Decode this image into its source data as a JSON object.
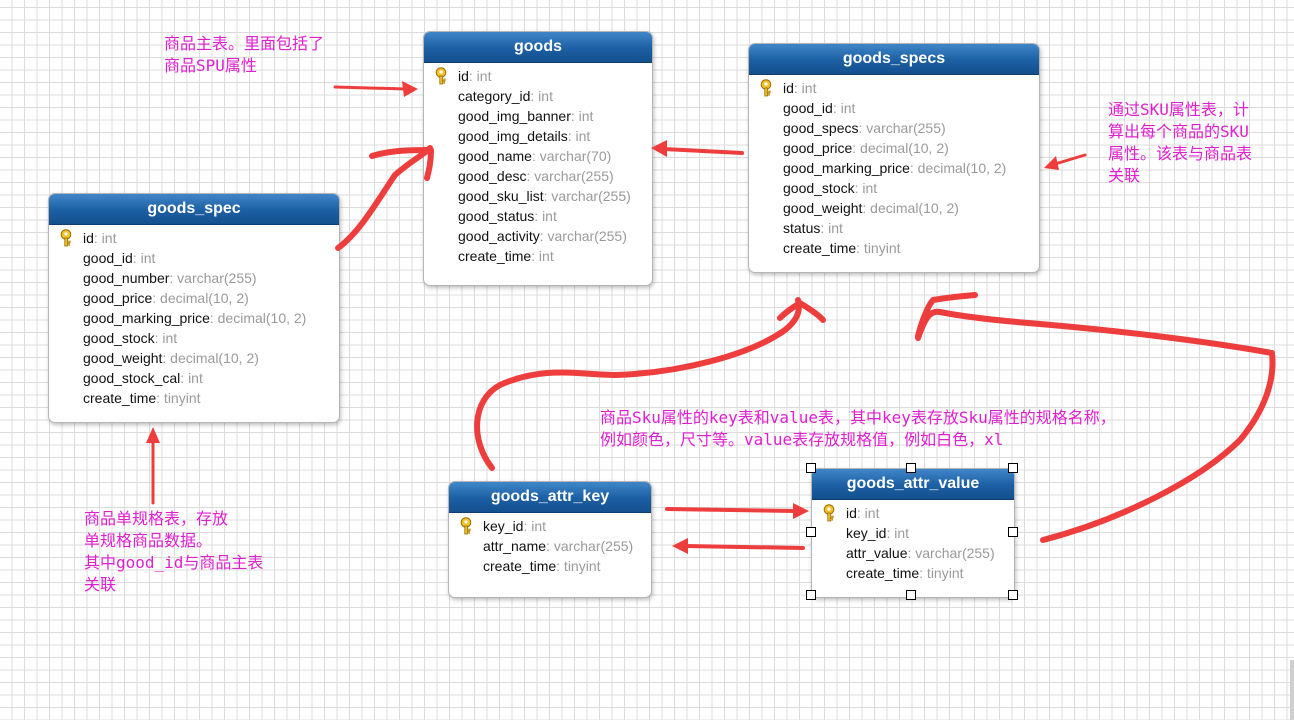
{
  "colors": {
    "header_gradient_top": "#3f86c8",
    "header_gradient_bottom": "#14508e",
    "annotation_text": "#e020d0",
    "arrow": "#ee3d3d",
    "field_type": "#9a9a9a"
  },
  "tables": {
    "goods": {
      "title": "goods",
      "fields": [
        {
          "name": "id",
          "type": ": int",
          "pk": true
        },
        {
          "name": "category_id",
          "type": ": int"
        },
        {
          "name": "good_img_banner",
          "type": ": int"
        },
        {
          "name": "good_img_details",
          "type": ": int"
        },
        {
          "name": "good_name",
          "type": ": varchar(70)"
        },
        {
          "name": "good_desc",
          "type": ": varchar(255)"
        },
        {
          "name": "good_sku_list",
          "type": ": varchar(255)"
        },
        {
          "name": "good_status",
          "type": ": int"
        },
        {
          "name": "good_activity",
          "type": ": varchar(255)"
        },
        {
          "name": "create_time",
          "type": ": int"
        }
      ]
    },
    "goods_specs": {
      "title": "goods_specs",
      "fields": [
        {
          "name": "id",
          "type": ": int",
          "pk": true
        },
        {
          "name": "good_id",
          "type": ": int"
        },
        {
          "name": "good_specs",
          "type": ": varchar(255)"
        },
        {
          "name": "good_price",
          "type": ": decimal(10, 2)"
        },
        {
          "name": "good_marking_price",
          "type": ": decimal(10, 2)"
        },
        {
          "name": "good_stock",
          "type": ": int"
        },
        {
          "name": "good_weight",
          "type": ": decimal(10, 2)"
        },
        {
          "name": "status",
          "type": ": int"
        },
        {
          "name": "create_time",
          "type": ": tinyint"
        }
      ]
    },
    "goods_spec": {
      "title": "goods_spec",
      "fields": [
        {
          "name": "id",
          "type": ": int",
          "pk": true
        },
        {
          "name": "good_id",
          "type": ": int"
        },
        {
          "name": "good_number",
          "type": ": varchar(255)"
        },
        {
          "name": "good_price",
          "type": ": decimal(10, 2)"
        },
        {
          "name": "good_marking_price",
          "type": ": decimal(10, 2)"
        },
        {
          "name": "good_stock",
          "type": ": int"
        },
        {
          "name": "good_weight",
          "type": ": decimal(10, 2)"
        },
        {
          "name": "good_stock_cal",
          "type": ": int"
        },
        {
          "name": "create_time",
          "type": ": tinyint"
        }
      ]
    },
    "goods_attr_key": {
      "title": "goods_attr_key",
      "fields": [
        {
          "name": "key_id",
          "type": ": int",
          "pk": true
        },
        {
          "name": "attr_name",
          "type": ": varchar(255)"
        },
        {
          "name": "create_time",
          "type": ": tinyint"
        }
      ]
    },
    "goods_attr_value": {
      "title": "goods_attr_value",
      "fields": [
        {
          "name": "id",
          "type": ": int",
          "pk": true
        },
        {
          "name": "key_id",
          "type": ": int"
        },
        {
          "name": "attr_value",
          "type": ": varchar(255)"
        },
        {
          "name": "create_time",
          "type": ": tinyint"
        }
      ]
    }
  },
  "notes": {
    "goods_main": "商品主表。里面包括了\n商品SPU属性",
    "goods_specs_note": "通过SKU属性表，计\n算出每个商品的SKU\n属性。该表与商品表\n关联",
    "goods_spec_note": "商品单规格表，存放\n单规格商品数据。\n其中good_id与商品主表\n关联",
    "attr_note": "商品Sku属性的key表和value表，其中key表存放Sku属性的规格名称，\n例如颜色，尺寸等。value表存放规格值，例如白色，xl"
  }
}
